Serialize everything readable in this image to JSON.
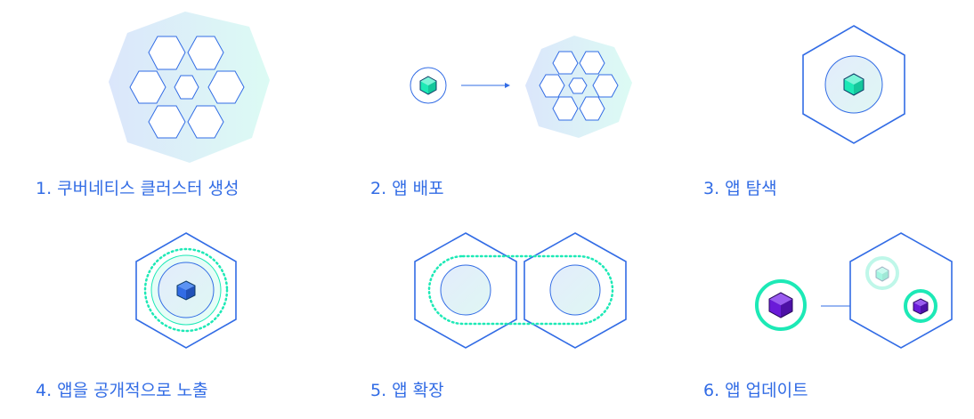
{
  "steps": [
    {
      "label": "1. 쿠버네티스 클러스터 생성"
    },
    {
      "label": "2. 앱 배포"
    },
    {
      "label": "3. 앱 탐색"
    },
    {
      "label": "4. 앱을 공개적으로 노출"
    },
    {
      "label": "5. 앱 확장"
    },
    {
      "label": "6. 앱 업데이트"
    }
  ],
  "colors": {
    "primary": "#326ce5",
    "accent": "#1de9b6",
    "purple": "#6a1bd8",
    "hex_fill_start": "#dde8fb",
    "hex_fill_end": "#dffbf4"
  }
}
